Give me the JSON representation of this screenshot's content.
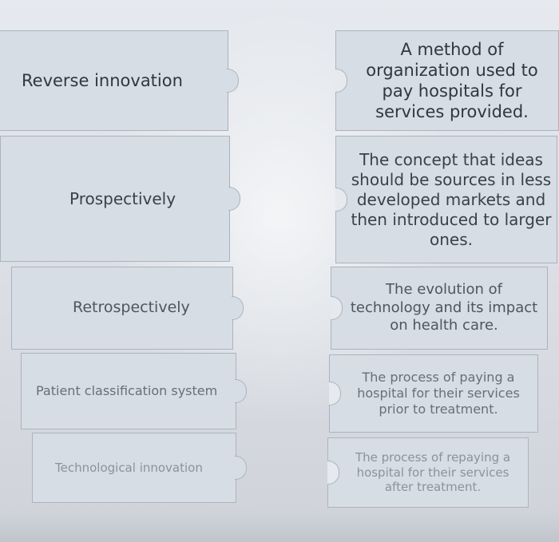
{
  "terms": [
    {
      "label": "Reverse innovation"
    },
    {
      "label": "Prospectively"
    },
    {
      "label": "Retrospectively"
    },
    {
      "label": "Patient classification system"
    },
    {
      "label": "Technological innovation"
    }
  ],
  "definitions": [
    {
      "label": "A method of organization used to pay hospitals for services provided."
    },
    {
      "label": "The concept that ideas should be sources in less developed markets and then introduced to larger ones."
    },
    {
      "label": "The evolution of technology and its impact on health care."
    },
    {
      "label": "The process of paying a hospital for their services prior to treatment."
    },
    {
      "label": "The process of repaying a hospital for their services after treatment."
    }
  ]
}
